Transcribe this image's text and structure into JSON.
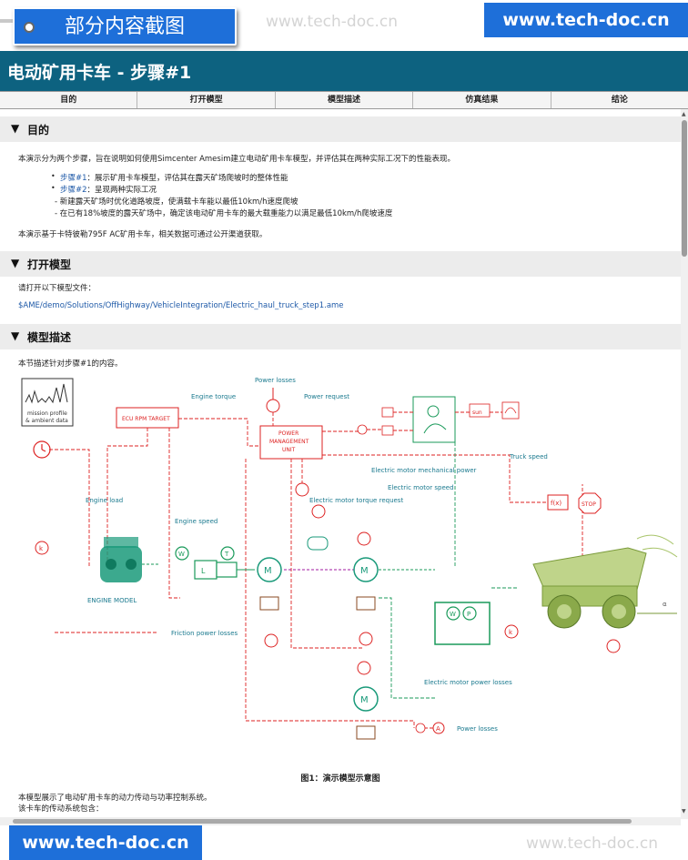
{
  "banner": {
    "tag": "部分内容截图",
    "watermark": "www.tech-doc.cn",
    "site": "www.tech-doc.cn"
  },
  "doc": {
    "title": "电动矿用卡车 - 步骤#1"
  },
  "nav": [
    "目的",
    "打开模型",
    "模型描述",
    "仿真结果",
    "结论"
  ],
  "sections": {
    "purpose": {
      "title": "目的",
      "intro": "本演示分为两个步骤，旨在说明如何使用Simcenter Amesim建立电动矿用卡车模型，并评估其在两种实际工况下的性能表现。",
      "step1_link": "步骤#1",
      "step1_text": "：展示矿用卡车模型，评估其在露天矿场爬坡时的整体性能",
      "step2_link": "步骤#2",
      "step2_text": "：呈现两种实际工况",
      "sub1": "- 新建露天矿场时优化道路坡度，使满载卡车能以最低10km/h速度爬坡",
      "sub2": "- 在已有18%坡度的露天矿场中，确定该电动矿用卡车的最大载重能力以满足最低10km/h爬坡速度",
      "note": "本演示基于卡特彼勒795F AC矿用卡车，相关数据可通过公开渠道获取。"
    },
    "open": {
      "title": "打开模型",
      "intro": "请打开以下模型文件：",
      "path": "$AME/demo/Solutions/OffHighway/VehicleIntegration/Electric_haul_truck_step1.ame"
    },
    "model": {
      "title": "模型描述",
      "intro": "本节描述针对步骤#1的内容。",
      "caption": "图1：演示模型示意图",
      "after1": "本模型展示了电动矿用卡车的动力传动与功率控制系统。",
      "after2": "该卡车的传动系统包含："
    }
  },
  "diagram": {
    "mission": "mission profile",
    "mission2": "& ambient data",
    "ecu": "ECU RPM TARGET",
    "engine_torque": "Engine torque",
    "power_losses_top": "Power losses",
    "power_request": "Power request",
    "pmu1": "POWER",
    "pmu2": "MANAGEMENT",
    "pmu3": "UNIT",
    "truck_speed": "Truck speed",
    "em_mech_power": "Electric motor mechanical power",
    "em_speed": "Electric motor speed",
    "em_torque_req": "Electric motor torque request",
    "engine_load": "Engine load",
    "engine_speed": "Engine speed",
    "engine_model": "ENGINE MODEL",
    "friction": "Friction power losses",
    "em_power_losses": "Electric motor power losses",
    "power_losses_bottom": "Power losses",
    "stop": "STOP",
    "fx": "f(x)",
    "k": "k",
    "M": "M",
    "W": "W",
    "T": "T",
    "P": "P",
    "A": "A",
    "L": "L",
    "sun": "sun",
    "alpha": "α"
  },
  "bottom": {
    "site": "www.tech-doc.cn",
    "watermark": "www.tech-doc.cn"
  }
}
